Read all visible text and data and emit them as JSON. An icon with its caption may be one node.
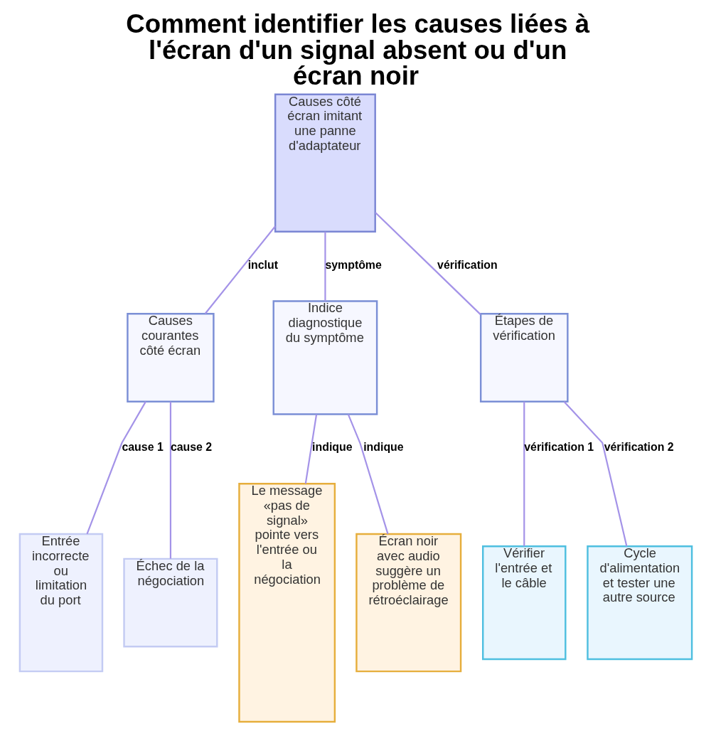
{
  "diagram": {
    "title": "Comment identifier les causes liées à l'écran d'un signal absent ou d'un écran noir",
    "nodes": [
      {
        "text": [
          "Causes côté écran imitant une panne d'adaptateur"
        ]
      },
      {
        "text": [
          "Causes courantes côté écran"
        ]
      },
      {
        "text": [
          "Indice diagnostique du symptôme"
        ]
      },
      {
        "text": [
          "Étapes de vérification"
        ]
      },
      {
        "text": [
          "Entrée incorrecte ou limitation du port"
        ]
      },
      {
        "text": [
          "Échec de la négociation"
        ]
      },
      {
        "text": [
          "Le message «pas de signal» pointe vers l'entrée ou la négociation"
        ]
      },
      {
        "text": [
          "Écran noir avec audio suggère un problème de rétroéclairage"
        ]
      },
      {
        "text": [
          "Vérifier l'entrée et le câble"
        ]
      },
      {
        "text": [
          "Cycle d'alimentation et tester une autre source"
        ]
      }
    ],
    "edges": [
      {
        "from": 0,
        "to": 1,
        "arrow": "none",
        "label": "inclut"
      },
      {
        "from": 0,
        "to": 2,
        "arrow": "none",
        "label": "symptôme"
      },
      {
        "from": 0,
        "to": 3,
        "arrow": "none",
        "label": "vérification"
      },
      {
        "from": 1,
        "to": 4,
        "arrow": "none",
        "label": "cause 1"
      },
      {
        "from": 1,
        "to": 5,
        "arrow": "none",
        "label": "cause 2"
      },
      {
        "from": 2,
        "to": 6,
        "arrow": "none",
        "label": "indique"
      },
      {
        "from": 2,
        "to": 7,
        "arrow": "none",
        "label": "indique"
      },
      {
        "from": 3,
        "to": 8,
        "arrow": "none",
        "label": "vérification 1"
      },
      {
        "from": 3,
        "to": 9,
        "arrow": "none",
        "label": "vérification 2"
      }
    ]
  }
}
